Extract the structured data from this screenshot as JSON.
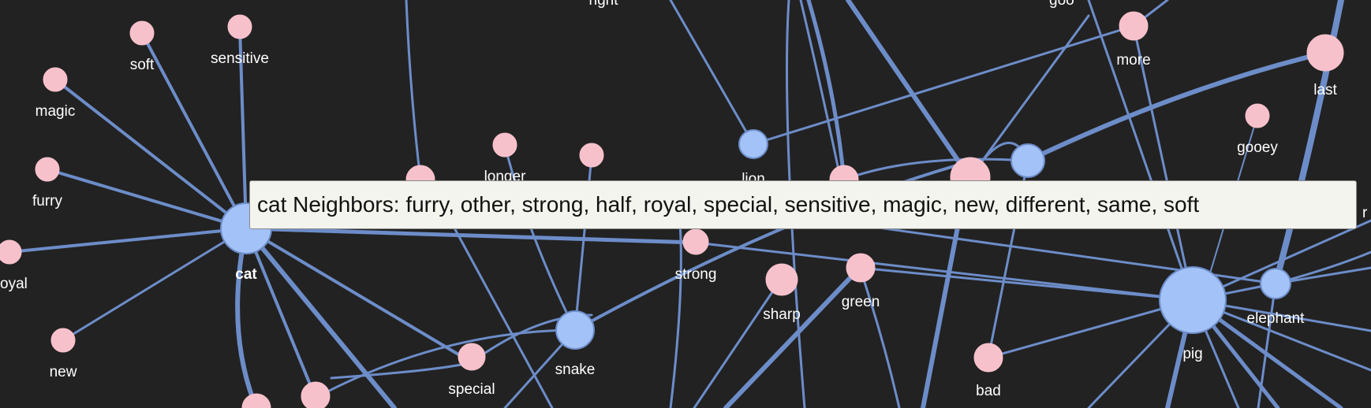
{
  "colors": {
    "background": "#222222",
    "edge": "#6d8dc9",
    "adjective_node": "#f7c1cb",
    "noun_node": "#a3c2f7",
    "label": "#ffffff"
  },
  "labels": {
    "soft": "soft",
    "sensitive": "sensitive",
    "magic": "magic",
    "furry": "furry",
    "royal": "oyal",
    "new": "new",
    "cat": "cat",
    "right": "right",
    "good": "goo",
    "more": "more",
    "last": "last",
    "gooey": "gooey",
    "longer": "longer",
    "lion": "lion",
    "strong": "strong",
    "sharp": "sharp",
    "green": "green",
    "snake": "snake",
    "special": "special",
    "bad": "bad",
    "pig": "pig",
    "elephant": "elephant",
    "edge_right": "r"
  },
  "tooltip": {
    "text": "cat Neighbors: furry, other, strong, half, royal, special, sensitive, magic, new, different, same, soft"
  }
}
